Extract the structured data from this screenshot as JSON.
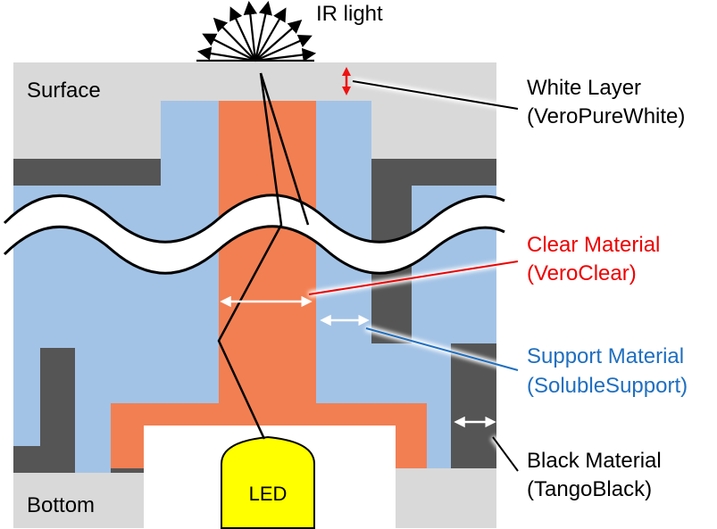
{
  "ir_label": "IR light",
  "surface_label": "Surface",
  "bottom_label": "Bottom",
  "led_label": "LED",
  "legend": {
    "white_layer": {
      "line1": "White Layer",
      "line2": "(VeroPureWhite)",
      "color": "#000000"
    },
    "clear_material": {
      "line1": "Clear Material",
      "line2": "(VeroClear)",
      "color": "#ee0000"
    },
    "support_material": {
      "line1": "Support Material",
      "line2": "(SolubleSupport)",
      "color": "#1f6fc0"
    },
    "black_material": {
      "line1": "Black Material",
      "line2": "(TangoBlack)",
      "color": "#000000"
    }
  },
  "colors": {
    "white_layer": "#d9d9d9",
    "clear": "#f27f52",
    "support": "#a3c3e6",
    "black": "#555555",
    "led": "#ffff00",
    "accent_red": "#ee1111"
  }
}
